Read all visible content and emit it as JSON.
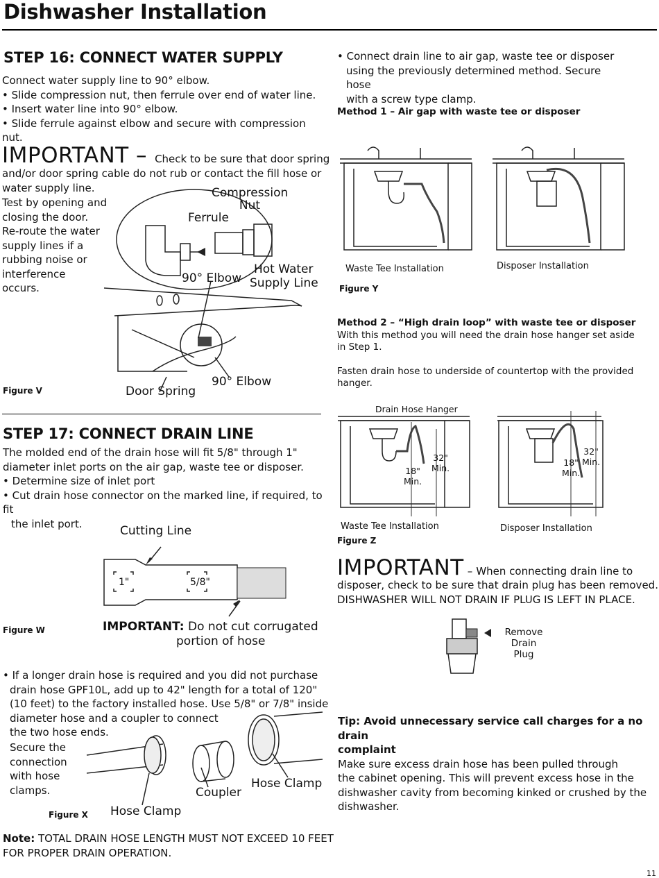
{
  "header": {
    "title": "Dishwasher Installation"
  },
  "step16": {
    "heading": "STEP 16:  CONNECT WATER SUPPLY",
    "intro": "Connect water supply line to 90° elbow.",
    "bullets": [
      "• Slide compression nut, then ferrule over end of water line.",
      "• Insert water line into 90° elbow.",
      "• Slide ferrule against elbow and secure with compression nut."
    ],
    "important_word": "IMPORTANT –",
    "important_text": "Check to be sure that door spring",
    "important_cont": [
      "and/or door spring cable do not rub or contact the fill hose or",
      "water supply line."
    ],
    "side_text": [
      "Test by opening and",
      "closing the door.",
      "Re-route the water",
      "supply lines if a",
      "rubbing noise or",
      "interference",
      "occurs."
    ],
    "figure_label": "Figure V",
    "callouts": {
      "compression_nut_1": "Compression",
      "compression_nut_2": "Nut",
      "ferrule": "Ferrule",
      "elbow_top": "90° Elbow",
      "hot_water_1": "Hot Water",
      "hot_water_2": "Supply Line",
      "door_spring": "Door Spring",
      "elbow_bottom": "90° Elbow"
    }
  },
  "step17": {
    "heading": "STEP 17: CONNECT DRAIN LINE",
    "intro": [
      "The molded end of the drain hose will fit 5/8\" through 1\"",
      "diameter inlet ports on the air gap, waste tee or disposer."
    ],
    "bullets": [
      "• Determine size of inlet port",
      "• Cut drain hose connector on the marked line, if required, to fit",
      "the inlet port."
    ],
    "cutting_line": "Cutting Line",
    "size_1": "1\"",
    "size_58": "5/8\"",
    "important_label": "IMPORTANT:",
    "important_text_1": "Do not cut corrugated",
    "important_text_2": "portion of hose",
    "figure_label": "Figure W",
    "longer_hose": [
      "• If a longer drain hose is required and you did not purchase",
      "drain hose GPF10L, add up to 42\" length for a total of 120\"",
      "(10 feet) to the factory installed hose. Use 5/8\" or 7/8\" inside",
      "diameter hose and a coupler to connect",
      "the two hose ends."
    ],
    "secure_text": [
      "Secure the",
      "connection",
      "with hose",
      "clamps."
    ],
    "figure_x_label": "Figure X",
    "hose_clamp_left": "Hose Clamp",
    "coupler": "Coupler",
    "hose_clamp_right": "Hose Clamp",
    "note_label": "Note:",
    "note_text_1": "TOTAL DRAIN HOSE LENGTH MUST NOT EXCEED 10 FEET",
    "note_text_2": "FOR PROPER DRAIN OPERATION."
  },
  "right": {
    "connect_text": [
      "• Connect drain line to air gap, waste tee or disposer",
      "using the previously determined method. Secure hose",
      "with a screw type clamp."
    ],
    "method1": "Method 1 – Air gap with waste tee or disposer",
    "waste_tee_y": "Waste Tee Installation",
    "disposer_y": "Disposer Installation",
    "figure_y": "Figure Y",
    "method2": "Method 2 – “High drain loop” with waste tee or disposer",
    "method2_text": [
      "With this method you will need the drain hose hanger set aside",
      "in Step 1."
    ],
    "fasten_text": [
      "Fasten drain hose to underside of countertop with the provided",
      "hanger."
    ],
    "drain_hose_hanger": "Drain Hose Hanger",
    "dim_32_a": "32\"",
    "dim_min_a": "Min.",
    "dim_18_a": "18\"",
    "dim_min_b": "Min.",
    "dim_32_b": "32\"",
    "dim_min_c": "Min.",
    "dim_18_b": "18\"",
    "dim_min_d": "Min.",
    "waste_tee_z": "Waste Tee Installation",
    "disposer_z": "Disposer Installation",
    "figure_z": "Figure Z",
    "important_word": "IMPORTANT",
    "important_dash": "–",
    "important_text_1": "When connecting drain line to",
    "important_text_2": "disposer, check to be sure that drain plug has been removed.",
    "important_text_3": "DISHWASHER WILL NOT DRAIN IF PLUG IS LEFT IN PLACE.",
    "remove_plug": [
      "Remove",
      "Drain",
      "Plug"
    ],
    "tip_heading_1": "Tip: Avoid unnecessary service call charges for a no drain",
    "tip_heading_2": "complaint",
    "tip_text": [
      "Make sure excess drain hose has been pulled through",
      "the cabinet opening. This will prevent excess hose in the",
      "dishwasher cavity from becoming kinked or crushed by the",
      "dishwasher."
    ]
  },
  "footer": {
    "page_number": "11"
  }
}
